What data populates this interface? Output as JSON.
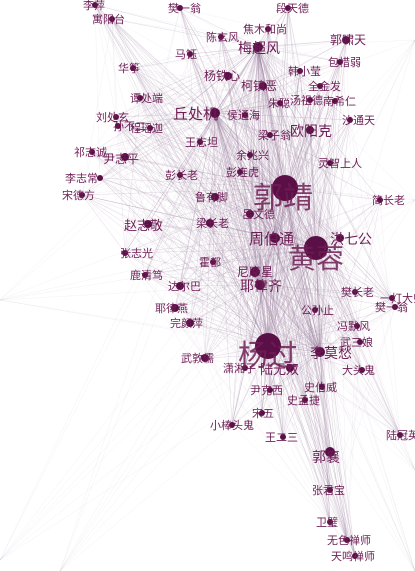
{
  "colors": {
    "node": "#5a0f46",
    "label": "#6e1d55",
    "edge": "#8e6f93",
    "background": "#ffffff"
  },
  "nodes": [
    {
      "id": "n1",
      "label": "郭靖"
    },
    {
      "id": "n2",
      "label": "黄蓉"
    },
    {
      "id": "n3",
      "label": "杨过"
    },
    {
      "id": "n4",
      "label": "郭襄"
    },
    {
      "id": "n5",
      "label": "周伯通"
    },
    {
      "id": "n6",
      "label": "洪七公"
    },
    {
      "id": "n7",
      "label": "欧阳克"
    },
    {
      "id": "n8",
      "label": "丘处机"
    },
    {
      "id": "n9",
      "label": "尹志平"
    },
    {
      "id": "n10",
      "label": "赵志敬"
    },
    {
      "id": "n11",
      "label": "梅超风"
    },
    {
      "id": "n12",
      "label": "陆无双"
    },
    {
      "id": "n13",
      "label": "李莫愁"
    },
    {
      "id": "n14",
      "label": "武敦儒"
    },
    {
      "id": "n15",
      "label": "完颜萍"
    },
    {
      "id": "n16",
      "label": "耶律齐"
    },
    {
      "id": "n17",
      "label": "耶律燕"
    },
    {
      "id": "n18",
      "label": "张志光"
    },
    {
      "id": "n19",
      "label": "鹿清笃"
    },
    {
      "id": "n20",
      "label": "达尔巴"
    },
    {
      "id": "n21",
      "label": "尼摩星"
    },
    {
      "id": "n22",
      "label": "梁长老"
    },
    {
      "id": "n23",
      "label": "吕文德"
    },
    {
      "id": "n24",
      "label": "鲁有脚"
    },
    {
      "id": "n25",
      "label": "彭长老"
    },
    {
      "id": "n26",
      "label": "李志常"
    },
    {
      "id": "n27",
      "label": "宋德方"
    },
    {
      "id": "n28",
      "label": "祁志诚"
    },
    {
      "id": "n29",
      "label": "王志坦"
    },
    {
      "id": "n30",
      "label": "程瑶迦"
    },
    {
      "id": "n31",
      "label": "孙不二"
    },
    {
      "id": "n32",
      "label": "刘处玄"
    },
    {
      "id": "n33",
      "label": "谭处端"
    },
    {
      "id": "n34",
      "label": "华筝"
    },
    {
      "id": "n35",
      "label": "马钰"
    },
    {
      "id": "n36",
      "label": "陈玄风"
    },
    {
      "id": "n37",
      "label": "焦木和尚"
    },
    {
      "id": "n38",
      "label": "段天德"
    },
    {
      "id": "n39",
      "label": "郭啸天"
    },
    {
      "id": "n40",
      "label": "包惜弱"
    },
    {
      "id": "n41",
      "label": "杨铁心"
    },
    {
      "id": "n42",
      "label": "柯镇恶"
    },
    {
      "id": "n43",
      "label": "朱聪"
    },
    {
      "id": "n44",
      "label": "韩小莹"
    },
    {
      "id": "n45",
      "label": "全金发"
    },
    {
      "id": "n46",
      "label": "南希仁"
    },
    {
      "id": "n47",
      "label": "汤祖德"
    },
    {
      "id": "n48",
      "label": "沙通天"
    },
    {
      "id": "n49",
      "label": "灵智上人"
    },
    {
      "id": "n50",
      "label": "梁子翁"
    },
    {
      "id": "n51",
      "label": "侯通海"
    },
    {
      "id": "n52",
      "label": "彭连虎"
    },
    {
      "id": "n53",
      "label": "余兆兴"
    },
    {
      "id": "n54",
      "label": "简长老"
    },
    {
      "id": "n55",
      "label": "冯默风"
    },
    {
      "id": "n56",
      "label": "武三娘"
    },
    {
      "id": "n57",
      "label": "大头鬼"
    },
    {
      "id": "n58",
      "label": "樊一翁"
    },
    {
      "id": "n59",
      "label": "史伯威"
    },
    {
      "id": "n60",
      "label": "史孟捷"
    },
    {
      "id": "n61",
      "label": "尹克西"
    },
    {
      "id": "n62",
      "label": "潇湘子"
    },
    {
      "id": "n63",
      "label": "宋五"
    },
    {
      "id": "n64",
      "label": "小棒头鬼"
    },
    {
      "id": "n65",
      "label": "王二三"
    },
    {
      "id": "n66",
      "label": "张君宝"
    },
    {
      "id": "n67",
      "label": "卫璧"
    },
    {
      "id": "n68",
      "label": "无色禅师"
    },
    {
      "id": "n69",
      "label": "天鸣禅师"
    },
    {
      "id": "n70",
      "label": "陆冠英"
    },
    {
      "id": "n71",
      "label": "一灯大师"
    },
    {
      "id": "n72",
      "label": "寓阳台"
    },
    {
      "id": "n73",
      "label": "樊一翁"
    },
    {
      "id": "n74",
      "label": "李萍"
    },
    {
      "id": "n75",
      "label": "霍都"
    },
    {
      "id": "n76",
      "label": "樊长老"
    },
    {
      "id": "n77",
      "label": "公孙止"
    }
  ]
}
